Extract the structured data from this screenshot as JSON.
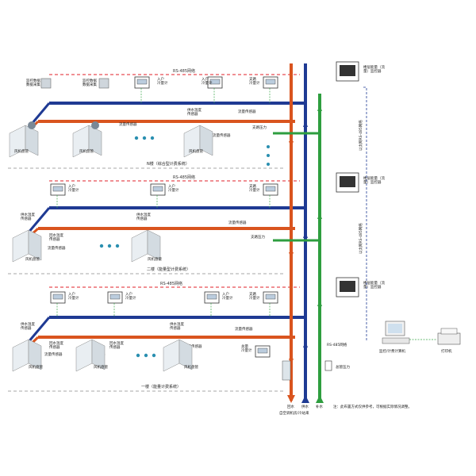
{
  "colors": {
    "supply_pipe": "#1f3a93",
    "return_pipe": "#d9541e",
    "riser_green": "#2e9e3f",
    "rs485_line": "#e0202a",
    "dashed_gray": "#8a8a8a",
    "signal_green": "#3aa84a",
    "fan_coil": "#e9eef2",
    "dots": "#2a8fb0"
  },
  "floors": [
    {
      "bus_label": "RS-485网络",
      "floor_title": "N楼（综合型计费系统）",
      "meter_text_1": "入户\n冷量计",
      "meter_text_2": "支路\n冷量计",
      "collector_label_1": "监控数据\n数据采集",
      "collector_label_2": "监控数据\n数据采集",
      "temp_sensor_label": "供水温度\n传感器",
      "flow_sensor_label_1": "流量传感器",
      "flow_sensor_label_2": "流量传感器",
      "flow_sensor_label_3": "流量传感器",
      "pressure_label": "支路压力",
      "fan_coil_label_1": "风机盘管",
      "fan_coil_label_2": "风机盘管"
    },
    {
      "bus_label": "RS-485网络",
      "floor_title": "二楼（能量型计费系统）",
      "meter_text_1": "入户\n冷量计",
      "meter_text_2": "支路\n冷量计",
      "temp_sensor_label_1": "供水温度\n传感器",
      "temp_sensor_label_2": "供水温度\n传感器",
      "return_temp_label": "回水温度\n传感器",
      "flow_sensor_label_1": "流量传感器",
      "flow_sensor_label_2": "流量传感器",
      "pressure_label": "支路压力",
      "fan_coil_label_1": "风机盘管",
      "fan_coil_label_2": "风机盘管"
    },
    {
      "bus_label": "RS-485网络",
      "floor_title": "一楼（能量计费系统）",
      "meter_text_1": "入户\n冷量计",
      "meter_text_2": "入户\n冷量计",
      "meter_text_3": "入户\n冷量计",
      "meter_text_4": "支路\n冷量计",
      "temp_sensor_label_1": "供水温度\n传感器",
      "temp_sensor_label_2": "供水温度\n传感器",
      "return_temp_label_1": "回水温度\n传感器",
      "return_temp_label_2": "回水温度\n传感器",
      "flow_sensor_label_1": "流量传感器",
      "flow_sensor_label_2": "流量传感器",
      "flow_sensor_label_3": "流量传感器",
      "flow_sensor_label_4": "流量传感器",
      "total_meter_label": "总量\n冷量计",
      "fan_coil_label_1": "风机盘管",
      "fan_coil_label_2": "风机盘管",
      "fan_coil_label_3": "风机盘管"
    }
  ],
  "monitors": [
    {
      "label": "楼层能量（流量）监控器"
    },
    {
      "label": "楼层能量（流量）监控器"
    },
    {
      "label": "楼层能量（流量）监控器"
    }
  ],
  "right_bus_label": "以太网RS-485网络",
  "right_bus_label_2": "以太网RS-485网络",
  "bottom_bus_label": "RS-485网络",
  "pressure_device_label": "总管压力",
  "computer_label": "监控/计费计算机",
  "printer_label": "打印机",
  "bottom_labels": {
    "return": "回水",
    "supply": "供水",
    "make_up": "补水",
    "source": "自空调机房/冷站来"
  },
  "note": "注：此布置方式仅供参考，可根据实际情况调整。"
}
